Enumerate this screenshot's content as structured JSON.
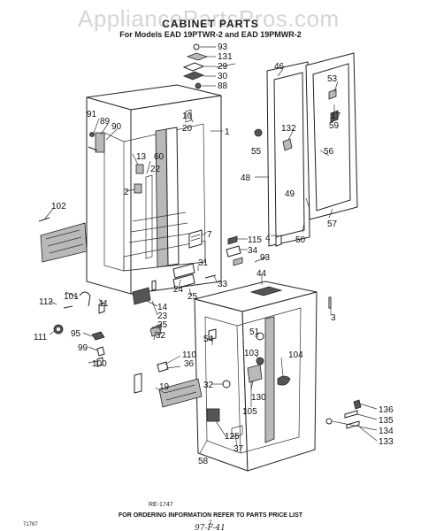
{
  "watermark": "AppliancePartsPros.com",
  "diagram": {
    "title": "CABINET PARTS",
    "subtitle": "For Models EAD 19PTWR-2 and EAD 19PMWR-2",
    "figure_code": "RE-1747",
    "order_note": "FOR ORDERING INFORMATION REFER TO PARTS PRICE LIST",
    "left_footer": "71787",
    "page_number": "2",
    "handwritten_note": "97-F-41",
    "callouts": {
      "c93a": "93",
      "c131": "131",
      "c29": "29",
      "c30": "30",
      "c88": "88",
      "c46": "46",
      "c53": "53",
      "c17": "17",
      "c59": "59",
      "c91": "91",
      "c89": "89",
      "c90": "90",
      "c10": "10",
      "c20": "20",
      "c1": "1",
      "c13": "13",
      "c60": "60",
      "c22": "22",
      "c2": "2",
      "c132": "132",
      "c55": "55",
      "c56": "56",
      "c48": "48",
      "c49": "49",
      "c50": "50",
      "c57": "57",
      "c102": "102",
      "c7": "7",
      "c115": "115",
      "c34": "34",
      "c4": "4",
      "c93b": "93",
      "c31": "31",
      "c33": "33",
      "c44": "44",
      "c24": "24",
      "c25": "25",
      "c14": "14",
      "c23": "23",
      "c35": "35",
      "c112": "112",
      "c101": "101",
      "c11": "11",
      "c111": "111",
      "c95": "95",
      "c99": "99",
      "c100": "100",
      "c32a": "32",
      "c3": "3",
      "c54": "54",
      "c51": "51",
      "c103": "103",
      "c104": "104",
      "c110": "110",
      "c36": "36",
      "c19": "19",
      "c32b": "32",
      "c130": "130",
      "c105": "105",
      "c125": "125",
      "c37": "37",
      "c58": "58",
      "c136": "136",
      "c135": "135",
      "c134": "134",
      "c133": "133"
    }
  }
}
